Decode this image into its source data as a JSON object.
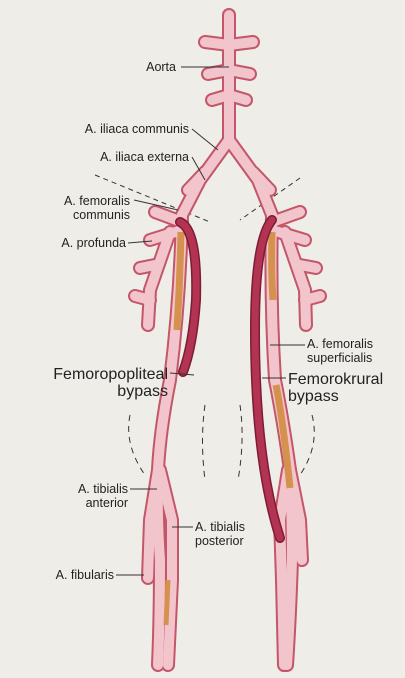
{
  "colors": {
    "background": "#efede8",
    "artery_fill": "#f2c4cb",
    "artery_outline": "#c4566a",
    "stenosis": "#d5924e",
    "bypass": "#b23352",
    "leader": "#333333"
  },
  "labels": {
    "aorta": "Aorta",
    "iliaca_communis": "A. iliaca communis",
    "iliaca_externa": "A. iliaca externa",
    "femoralis_communis_1": "A. femoralis",
    "femoralis_communis_2": "communis",
    "profunda": "A. profunda",
    "femoropopliteal_1": "Femoropopliteal",
    "femoropopliteal_2": "bypass",
    "femoralis_superficialis_1": "A. femoralis",
    "femoralis_superficialis_2": "superficialis",
    "femorokrural_1": "Femorokrural",
    "femorokrural_2": "bypass",
    "tibialis_anterior_1": "A. tibialis",
    "tibialis_anterior_2": "anterior",
    "tibialis_posterior_1": "A. tibialis",
    "tibialis_posterior_2": "posterior",
    "fibularis": "A. fibularis"
  }
}
